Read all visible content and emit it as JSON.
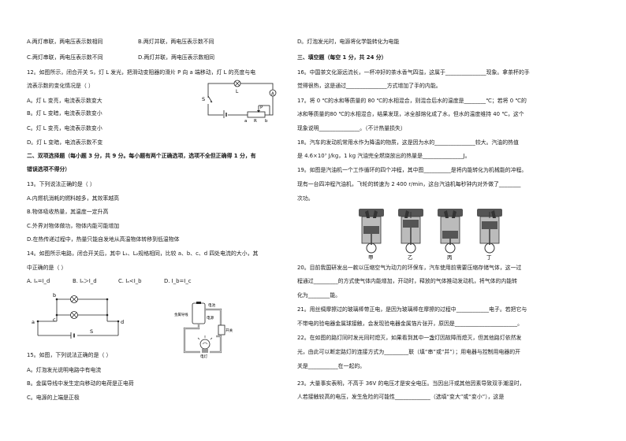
{
  "left_column": {
    "q11_options": {
      "A": "A.两灯串联，两电压表示数相同",
      "B": "B.两灯并联，两电压表示数不同",
      "C": "C.两灯串联，两电压表示数不同",
      "D": "D.两灯并联，两电压表示数相同"
    },
    "q12": {
      "stem1": "12。如图所示，闭合开关 S，灯 L 发光，把滑动变阻器的滑片 P 向 a 端移动，灯 L 的亮度与电",
      "stem2": "流表示数的变化情况是（     ）",
      "A": "A。灯 L 变亮，电流表示数变大",
      "B": "B。灯 L 变暗，电流表示数变小",
      "C": "C。灯 L 变亮，电流表示数变小",
      "D": "D。灯 L 变暗，电流表示数不变",
      "fig_labels": {
        "S": "S",
        "L": "L",
        "A": "A",
        "a": "a",
        "R": "R",
        "b": "b",
        "P": "P"
      }
    },
    "section2": {
      "title1": "二、双项选择题（每小题 3 分，共 9 分。每小题有两个正确选项，选项不全但正确得 1 分，有",
      "title2": "错误选项不得分）"
    },
    "q13": {
      "stem": "13。下列说法正确的是（     ）",
      "A": "A.内燃机消耗的燃料越多，其效率越高",
      "B": "B.物体吸收热量，其温度一定升高",
      "C": "C.外界对物体做功，物体内能可能增加",
      "D": "D.在热传递过程中，热量只能自发地从高温物体转移到低温物体"
    },
    "q14": {
      "stem1": "14。如图所示电路，闭合开关后，其中 L₁、L₂规格相同，比较 a、b、c、d 四处电流的大小，其",
      "stem2": "中正确的是（     ）",
      "opt_A": "A. Iₐ=I_d",
      "opt_B": "B. Iₐ＞I_d",
      "opt_C": "C. Iₐ<I_b",
      "opt_D": "D. I_b=I_c",
      "fig_labels": {
        "a": "a",
        "b": "b",
        "c": "c",
        "d": "d",
        "S": "S"
      }
    },
    "q15": {
      "stem": "15。如图，下列说法正确的是（     ）",
      "A": "A。灯泡发光说明电路中有电流",
      "B": "B。金属导线中发生定向移动的电荷是正电荷",
      "C": "C。电源的上端是正极"
    },
    "fig15_labels": {
      "battery": "电池",
      "wire": "金属导线",
      "bulb": "电灯",
      "switch": "开关",
      "source": "电源"
    }
  },
  "right_column": {
    "q15_D": "D。灯泡发光时，电源将化学能转化为电能",
    "section3_title": "三、填空题（每空 1 分，共 24 分）",
    "q16": {
      "l1": "16。中国茶文化源远流长，一杯冲好的茶水香气四溢，这属于_______________现象。拿茶杯的手",
      "l2": "觉得很热，这是通过_______________方式增加了手的内能。"
    },
    "q17": {
      "l1": "17。将 0 ℃的水和等质量的 80 ℃的水相混合，则混合后水的温度是________℃；若将 0 ℃的",
      "l2": "冰和等质量的80 ℃的水相混合，结果发现，冰全部熔化成了水，但水的温度维持 40 ℃，这个",
      "l3": "现象说明_______________。（不计热量损失）"
    },
    "q18": {
      "l1": "18。汽车的发动机常用水作为降温的物质，这是因为水的_______________较大。汽油的热值",
      "l2": "是 4.6×10⁷ J/kg，1 kg 汽油完全燃烧放出的热量是_______________J。"
    },
    "q19": {
      "l1": "19。如图是汽油机一个工作循环的四个冲程，其中图__________是将内能转化为机械能的冲程。",
      "l2": "现有一台四冲程汽油机，飞轮的转速为 2 400 r/min，这台汽油机每秒钟内对外做了________",
      "l3": "次功。"
    },
    "engine_labels": [
      "甲",
      "乙",
      "丙",
      "丁"
    ],
    "q20": {
      "l1": "20。目前我国研发出一款以压缩空气为动力的环保车，汽车使用前需要压缩存储气体，这一过",
      "l2": "程通过_________的方式使气体内能增加，开动时，释放的气体推动发动机，将气体的内能转",
      "l3": "化为________能。"
    },
    "q21": {
      "l1": "21。用丝绸摩擦过的玻璃棒带正电，是因为玻璃棒在摩擦的过程中____________电子。若把它与",
      "l2": "不带电的验电器金属球接触，会发现验电器金属箔片张开，原因是_______________________。"
    },
    "q22": {
      "l1": "22。在如图的路灯同时发光同时熄灭，如果看到其中一盏灯因故障而熄灭，但其他路灯依然发",
      "l2": "光，由此可以断定路灯的连接方式为_________联（填“串”或“并”）；用电器与控制用电器的开",
      "l3": "关是___________在一起的。"
    },
    "q23": {
      "l1": "23。大量事实表明，不高于 36V 的电压才是安全电压。当因出汗或其他因素导致双手潮湿时，",
      "l2": "人若接触较高的电压，发生危险的可能性_____________（选填“变大”或“变小”），这是"
    }
  }
}
